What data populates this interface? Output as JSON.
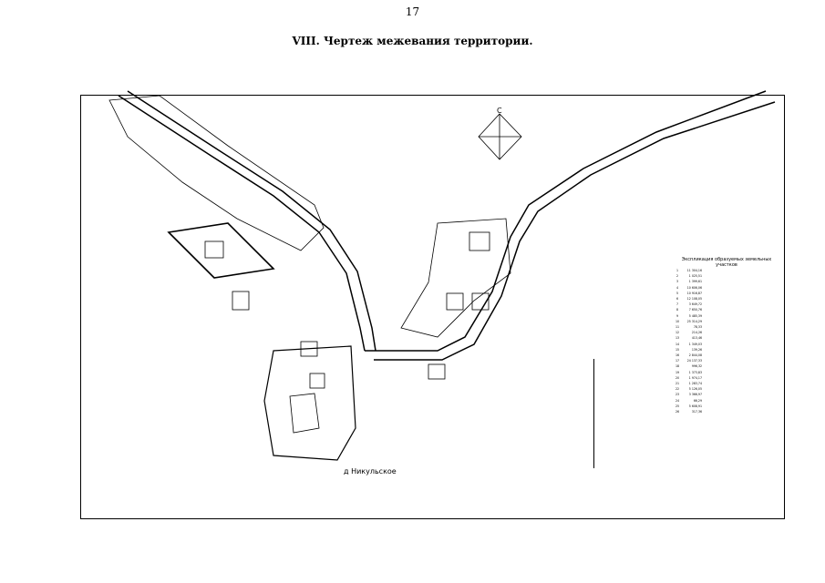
{
  "document": {
    "page_number": "17",
    "heading": "VIII.     Чертеж межевания территории."
  },
  "map": {
    "north_label": "С",
    "village_label": "д Никульское"
  },
  "explication": {
    "title": "Экспликация образуемых земельных участков",
    "rows": [
      {
        "n": "1",
        "area": "11 304,16"
      },
      {
        "n": "2",
        "area": "1 025,51"
      },
      {
        "n": "3",
        "area": "1 399,61"
      },
      {
        "n": "4",
        "area": "10 606,06"
      },
      {
        "n": "5",
        "area": "10 916,87"
      },
      {
        "n": "6",
        "area": "12 108,05"
      },
      {
        "n": "7",
        "area": "3 649,72"
      },
      {
        "n": "8",
        "area": "7 650,76"
      },
      {
        "n": "9",
        "area": "5 485,39"
      },
      {
        "n": "10",
        "area": "25 314,29"
      },
      {
        "n": "11",
        "area": "78,33"
      },
      {
        "n": "12",
        "area": "214,26"
      },
      {
        "n": "13",
        "area": "413,46"
      },
      {
        "n": "14",
        "area": "1 349,03"
      },
      {
        "n": "15",
        "area": "139,26"
      },
      {
        "n": "16",
        "area": "2 844,08"
      },
      {
        "n": "17",
        "area": "24 137,33"
      },
      {
        "n": "18",
        "area": "996,32"
      },
      {
        "n": "19",
        "area": "1 373,83"
      },
      {
        "n": "20",
        "area": "1 974,17"
      },
      {
        "n": "21",
        "area": "1 283,74"
      },
      {
        "n": "22",
        "area": "5 126,05"
      },
      {
        "n": "23",
        "area": "3 366,97"
      },
      {
        "n": "24",
        "area": "66,29"
      },
      {
        "n": "25",
        "area": "5 608,91"
      },
      {
        "n": "26",
        "area": "317,36"
      }
    ]
  }
}
